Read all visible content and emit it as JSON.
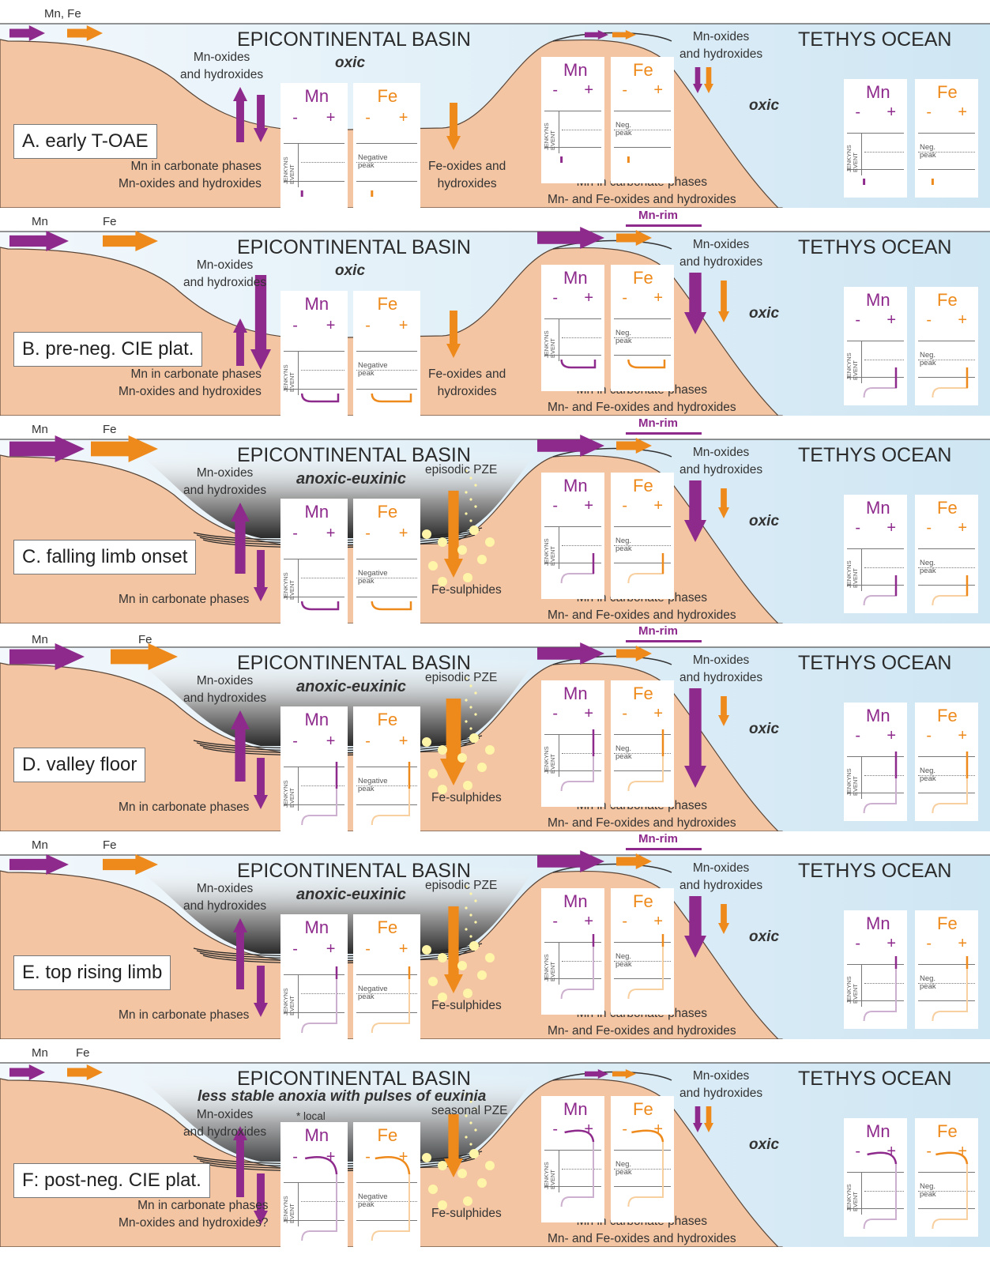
{
  "colors": {
    "mn": "#8e2a8c",
    "fe": "#ee8a1c",
    "land": "#f4c5a2",
    "sea": "#d7ebf6",
    "anoxic": "#2e2e2e"
  },
  "labels": {
    "epicontinental_basin": "EPICONTINENTAL BASIN",
    "tethys_ocean": "TETHYS OCEAN",
    "mn": "Mn",
    "fe": "Fe",
    "minus": "-",
    "plus": "+",
    "oxic": "oxic",
    "anoxic_euxinic": "anoxic-euxinic",
    "less_stable": "less stable anoxia with pulses of euxinia",
    "local": "* local",
    "episodic_pze": "episodic PZE",
    "seasonal_pze": "seasonal PZE",
    "mn_oxides": "Mn-oxides\nand hydroxides",
    "mn_carb": "Mn in carbonate phases",
    "mn_carb_oxides": "Mn in carbonate phases\nMn-oxides and hydroxides",
    "mn_carb_oxides_q": "Mn in carbonate phases\nMn-oxides and hydroxides?",
    "fe_oxides": "Fe-oxides and\nhydroxides",
    "fe_sulphides": "Fe-sulphides",
    "mn_fe_carb": "Mn in carbonate phases\nMn- and Fe-oxides and hydroxides",
    "mn_rim": "Mn-rim",
    "jenkyns": "JENKYNS\nEVENT",
    "negative_peak": "Negative\npeak",
    "neg_peak": "Neg.\npeak"
  },
  "panels": [
    {
      "id": "A",
      "stage": "A. early T-OAE",
      "top_left": "Mn, Fe",
      "top_left_mn": "",
      "top_left_fe": "",
      "rim": false,
      "condition": "oxic",
      "pze": "",
      "fe_caption": "fe_oxides",
      "mn_caption": "mn_carb_oxides"
    },
    {
      "id": "B",
      "stage": "B. pre-neg. CIE plat.",
      "top_left": "",
      "top_left_mn": "Mn",
      "top_left_fe": "Fe",
      "rim": true,
      "condition": "oxic",
      "pze": "",
      "fe_caption": "fe_oxides",
      "mn_caption": "mn_carb_oxides"
    },
    {
      "id": "C",
      "stage": "C. falling limb onset",
      "top_left": "",
      "top_left_mn": "Mn",
      "top_left_fe": "Fe",
      "rim": true,
      "condition": "anoxic",
      "pze": "episodic",
      "fe_caption": "fe_sulphides",
      "mn_caption": "mn_carb"
    },
    {
      "id": "D",
      "stage": "D. valley floor",
      "top_left": "",
      "top_left_mn": "Mn",
      "top_left_fe": "Fe",
      "rim": true,
      "condition": "anoxic",
      "pze": "episodic",
      "fe_caption": "fe_sulphides",
      "mn_caption": "mn_carb"
    },
    {
      "id": "E",
      "stage": "E. top rising limb",
      "top_left": "",
      "top_left_mn": "Mn",
      "top_left_fe": "Fe",
      "rim": true,
      "condition": "anoxic",
      "pze": "episodic",
      "fe_caption": "fe_sulphides",
      "mn_caption": "mn_carb"
    },
    {
      "id": "F",
      "stage": "F: post-neg. CIE plat.",
      "top_left": "",
      "top_left_mn": "Mn",
      "top_left_fe": "Fe",
      "rim": false,
      "condition": "less_stable",
      "pze": "seasonal",
      "fe_caption": "fe_sulphides",
      "mn_caption": "mn_carb_oxides_q"
    }
  ]
}
